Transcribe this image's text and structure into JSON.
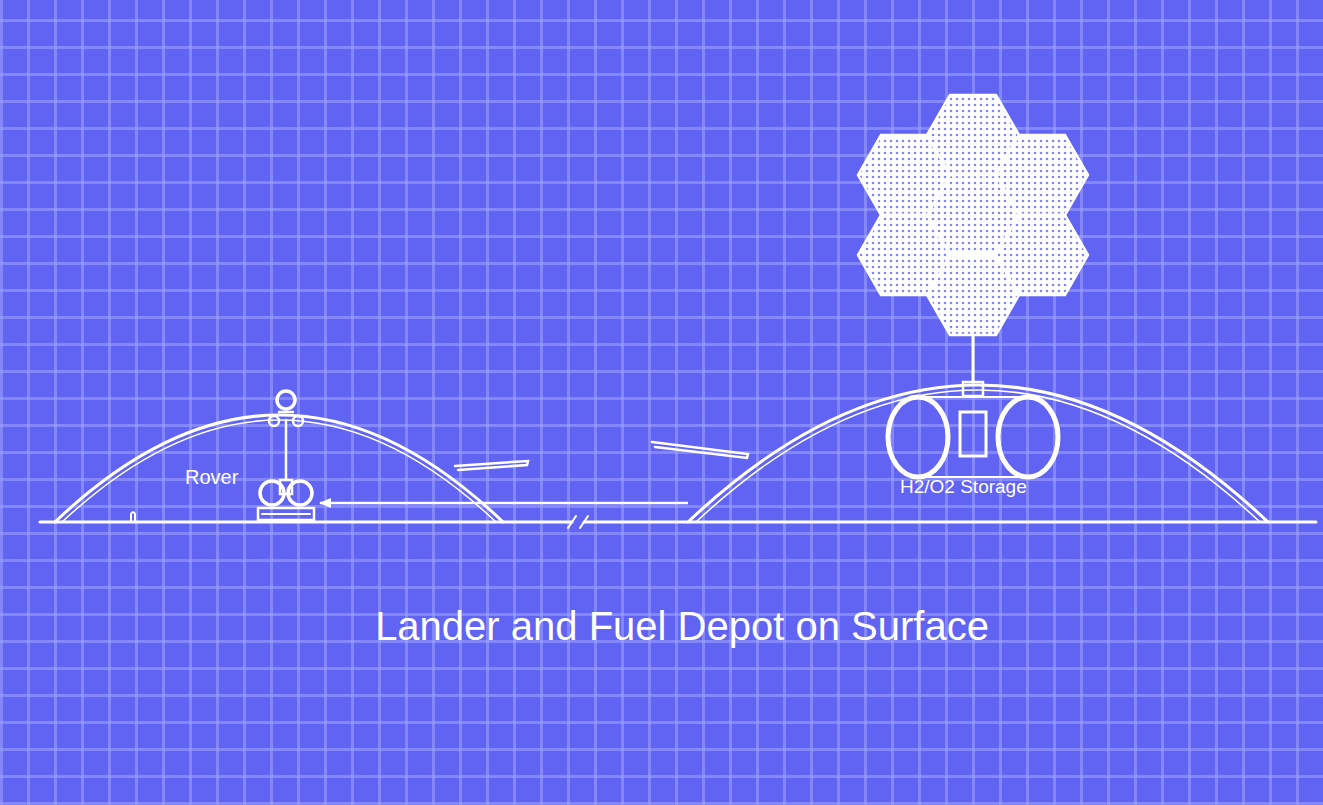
{
  "diagram": {
    "caption": "Lander and Fuel Depot on Surface",
    "nodes": [
      {
        "text": [
          "Rover"
        ]
      },
      {
        "text": [
          "H2/O2 Storage"
        ]
      }
    ],
    "edges": [
      {
        "from": 1,
        "to": 0,
        "arrow": "to"
      }
    ]
  }
}
